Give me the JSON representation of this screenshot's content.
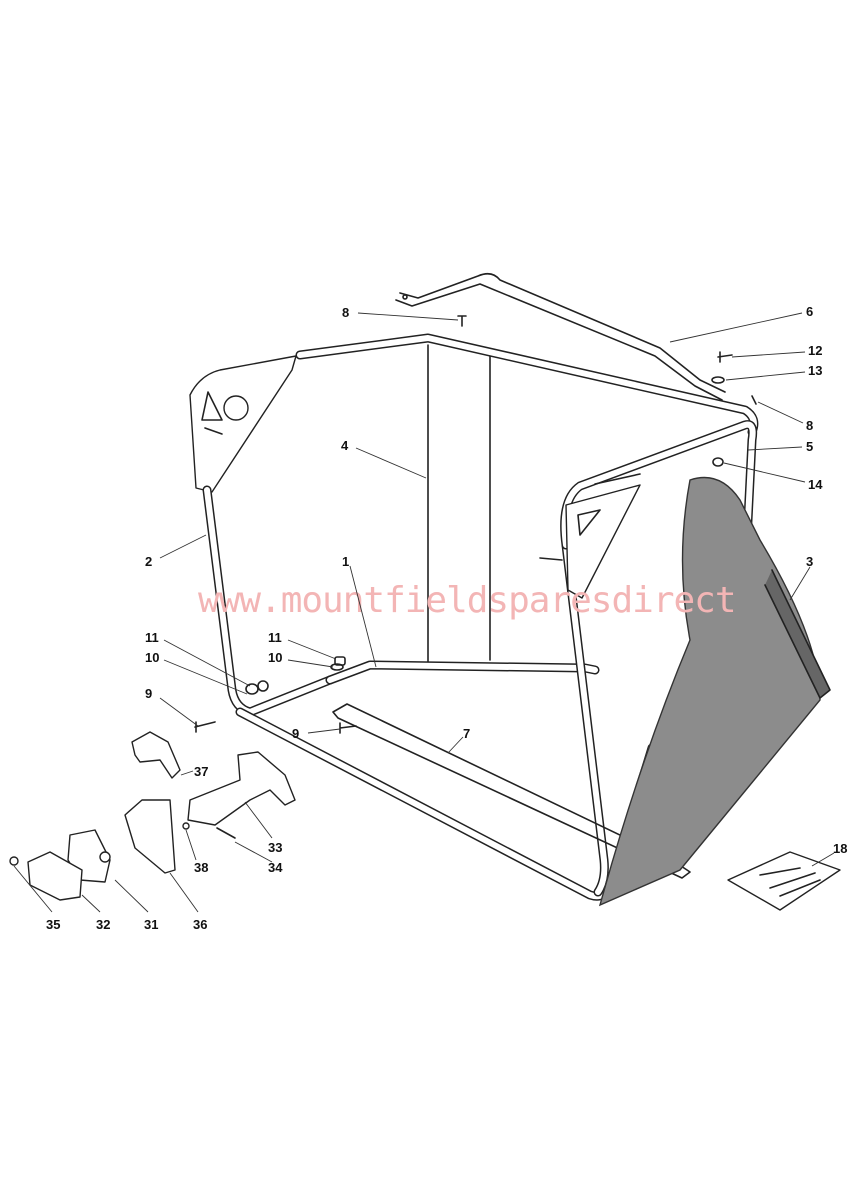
{
  "diagram": {
    "watermark": "www.mountfieldsparesdirect",
    "callouts": {
      "c8a": "8",
      "c6": "6",
      "c12": "12",
      "c13": "13",
      "c8b": "8",
      "c4": "4",
      "c5": "5",
      "c14": "14",
      "c2": "2",
      "c1": "1",
      "c3": "3",
      "c11a": "11",
      "c11b": "11",
      "c10a": "10",
      "c10b": "10",
      "c9a": "9",
      "c9b": "9",
      "c7": "7",
      "c37": "37",
      "c33": "33",
      "c34": "34",
      "c38": "38",
      "c18": "18",
      "c35": "35",
      "c32": "32",
      "c31": "31",
      "c36": "36"
    },
    "colors": {
      "watermark": "#f3b5b5",
      "bag": "#8c8c8c",
      "line": "#222222"
    }
  }
}
